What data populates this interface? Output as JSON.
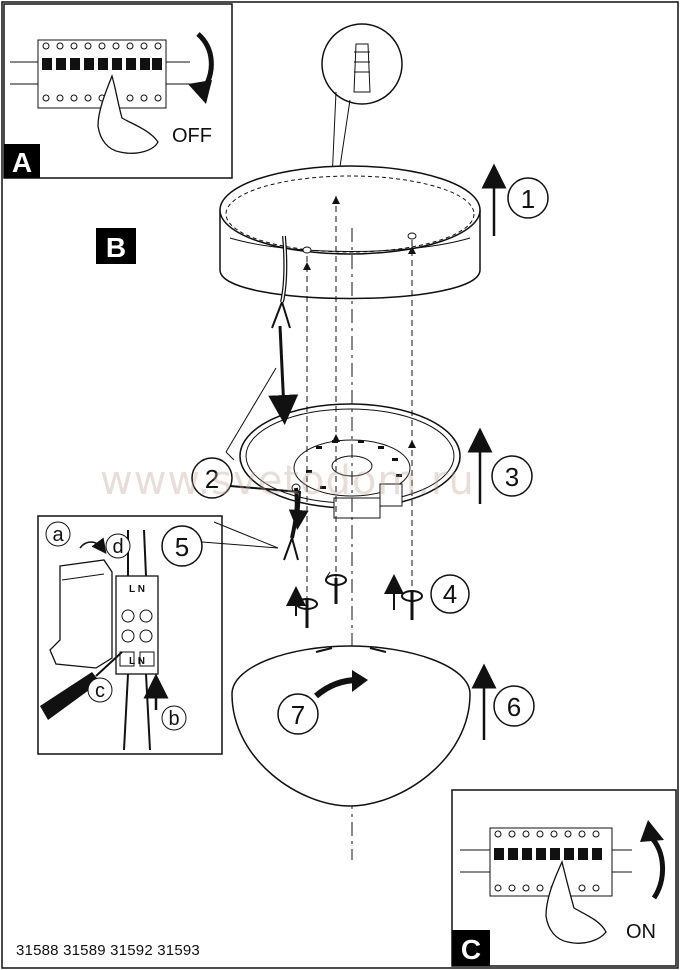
{
  "panels": {
    "a_label": "A",
    "b_label": "B",
    "c_label": "C",
    "off_text": "OFF",
    "on_text": "ON"
  },
  "steps": [
    "1",
    "2",
    "3",
    "4",
    "5",
    "6",
    "7"
  ],
  "detail": {
    "a": "a",
    "b": "b",
    "c": "c",
    "d": "d",
    "terminal_top": "L N",
    "terminal_bottom": "L N"
  },
  "models": "31588 31589 31592 31593",
  "watermark": "www.svetodom.ru",
  "colors": {
    "ink": "#111111",
    "label_bg": "#000000",
    "watermark": "#c8a890"
  }
}
